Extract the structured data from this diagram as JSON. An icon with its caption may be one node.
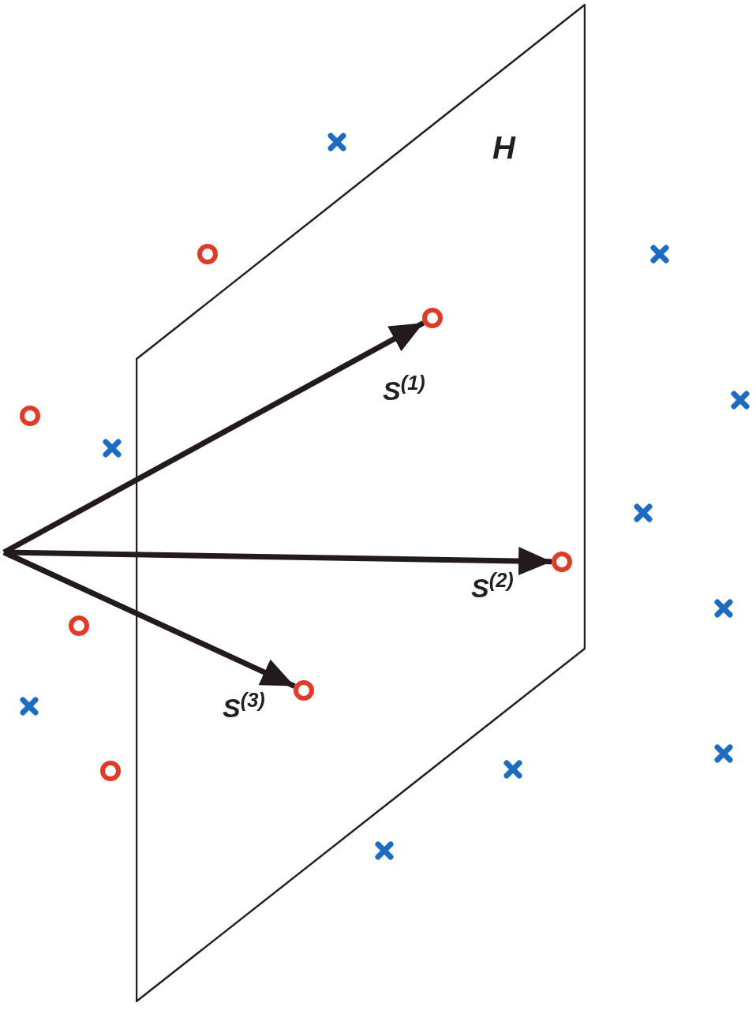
{
  "diagram": {
    "nodes": [
      {
        "text": [
          "H"
        ]
      },
      {
        "text": [],
        "shape": "cross"
      },
      {
        "text": [],
        "shape": "circle"
      },
      {
        "text": [],
        "shape": "cross"
      },
      {
        "text": [],
        "shape": "circle",
        "in": 0
      },
      {
        "text": [],
        "shape": "cross"
      },
      {
        "text": [],
        "shape": "circle"
      },
      {
        "text": [],
        "shape": "cross"
      },
      {
        "text": [],
        "shape": "cross"
      },
      {
        "text": [],
        "shape": "circle",
        "in": 0
      },
      {
        "text": [],
        "shape": "cross"
      },
      {
        "text": [],
        "shape": "circle"
      },
      {
        "text": [],
        "shape": "circle",
        "in": 0
      },
      {
        "text": [],
        "shape": "cross"
      },
      {
        "text": [],
        "shape": "cross"
      },
      {
        "text": [],
        "shape": "cross"
      },
      {
        "text": [],
        "shape": "circle"
      },
      {
        "text": [],
        "shape": "cross"
      }
    ],
    "edges": [
      {
        "from": null,
        "to": 4,
        "arrow": "to",
        "label": "S$^{(1)}$"
      },
      {
        "from": null,
        "to": 9,
        "arrow": "to",
        "label": "S$^{(2)}$"
      },
      {
        "from": null,
        "to": 12,
        "arrow": "to",
        "label": "S$^{(3)}$"
      }
    ]
  }
}
